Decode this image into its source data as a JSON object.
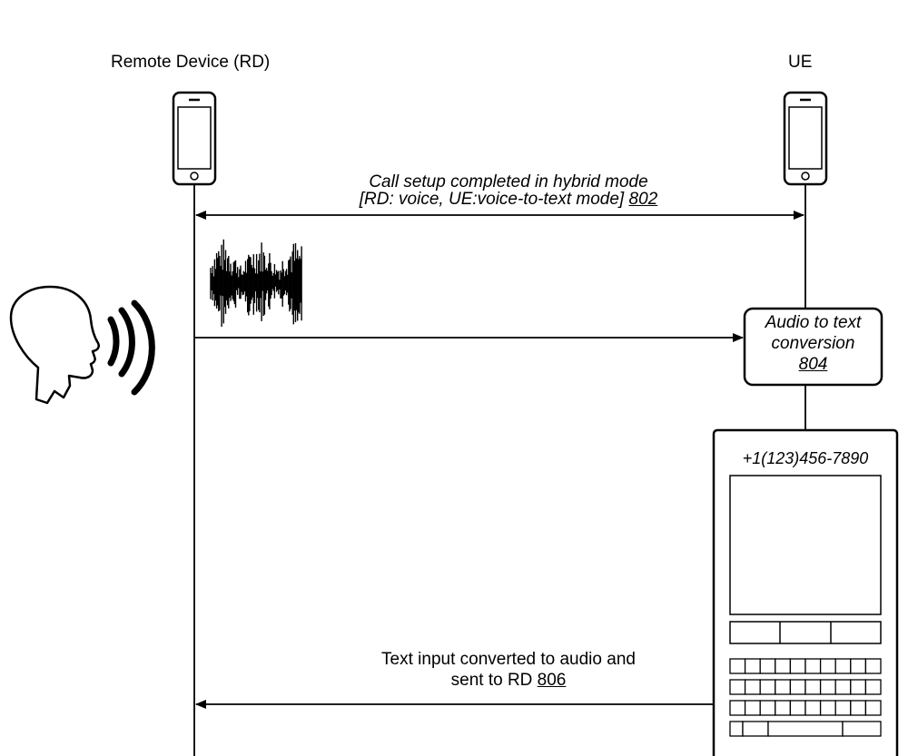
{
  "participants": {
    "rd": {
      "label": "Remote Device (RD)"
    },
    "ue": {
      "label": "UE"
    }
  },
  "messages": {
    "m802": {
      "line1": "Call setup completed in hybrid mode",
      "line2": "[RD: voice, UE:voice-to-text mode]",
      "ref": "802"
    },
    "m806": {
      "line1": "Text input converted to audio and",
      "line2": "sent to RD",
      "ref": "806"
    }
  },
  "process_804": {
    "line1": "Audio to text",
    "line2": "conversion",
    "ref": "804"
  },
  "ue_screen": {
    "phone_number": "+1(123)456-7890"
  },
  "icons": [
    "phone-icon",
    "speaking-head-icon",
    "sound-waves-icon",
    "audio-waveform-icon",
    "keyboard-icon"
  ]
}
